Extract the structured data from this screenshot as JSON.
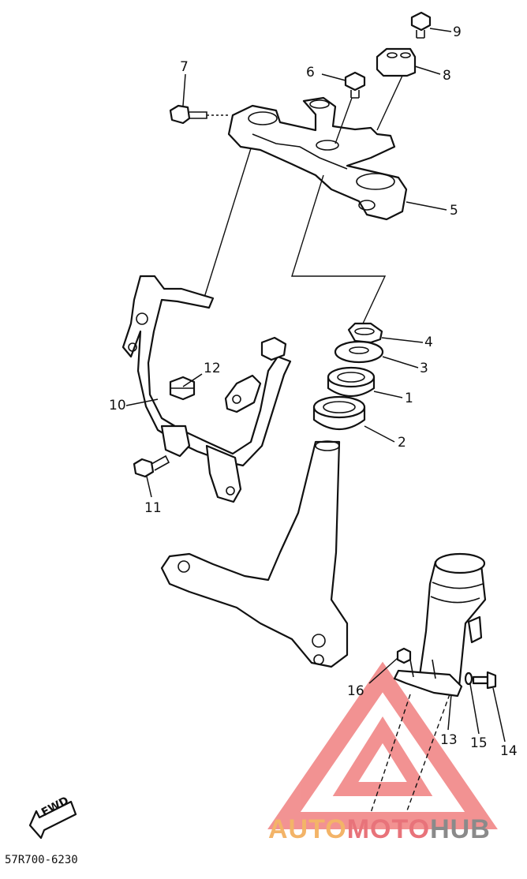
{
  "callouts": [
    {
      "id": "1",
      "text": "1"
    },
    {
      "id": "2",
      "text": "2"
    },
    {
      "id": "3",
      "text": "3"
    },
    {
      "id": "4",
      "text": "4"
    },
    {
      "id": "5",
      "text": "5"
    },
    {
      "id": "6",
      "text": "6"
    },
    {
      "id": "7",
      "text": "7"
    },
    {
      "id": "8",
      "text": "8"
    },
    {
      "id": "9",
      "text": "9"
    },
    {
      "id": "10",
      "text": "10"
    },
    {
      "id": "11",
      "text": "11"
    },
    {
      "id": "12",
      "text": "12"
    },
    {
      "id": "13",
      "text": "13"
    },
    {
      "id": "14",
      "text": "14"
    },
    {
      "id": "15",
      "text": "15"
    },
    {
      "id": "16",
      "text": "16"
    }
  ],
  "fwd_label": "FWD",
  "diagram_code": "57R700-6230",
  "watermark": {
    "part1": "AUTO",
    "part2": "MOTO",
    "part3": "HUB"
  },
  "colors": {
    "ink": "#111111",
    "watermark_red": "#f08080",
    "watermark_orange": "#f3b468",
    "watermark_gray": "#8a8a8a"
  }
}
